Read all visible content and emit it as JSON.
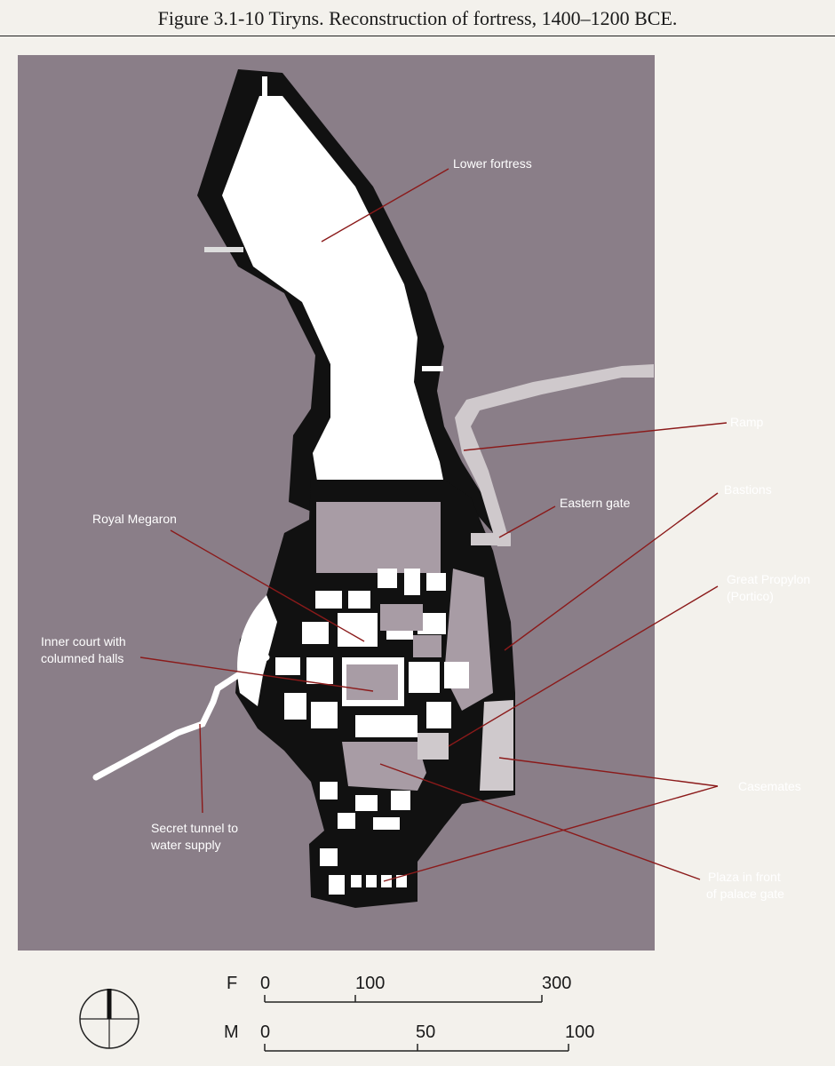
{
  "caption": "Figure 3.1-10  Tiryns. Reconstruction of fortress, 1400–1200 BCE.",
  "labels": {
    "lower_fortress": "Lower fortress",
    "ramp": "Ramp",
    "eastern_gate": "Eastern gate",
    "bastions": "Bastions",
    "royal_megaron": "Royal Megaron",
    "great_propylon_1": "Great Propylon",
    "great_propylon_2": "(Portico)",
    "inner_court_1": "Inner court with",
    "inner_court_2": "columned halls",
    "casemates": "Casemates",
    "secret_tunnel_1": "Secret tunnel to",
    "secret_tunnel_2": "water supply",
    "plaza_1": "Plaza in front",
    "plaza_2": "of palace gate"
  },
  "scale": {
    "feet_unit": "F",
    "feet_ticks": [
      "0",
      "100",
      "300"
    ],
    "meters_unit": "M",
    "meters_ticks": [
      "0",
      "50",
      "100"
    ]
  },
  "colors": {
    "ground": "#8a7e88",
    "wall": "#111111",
    "open": "#ffffff",
    "court": "#a89ca5",
    "leader": "#8b1a1a"
  }
}
